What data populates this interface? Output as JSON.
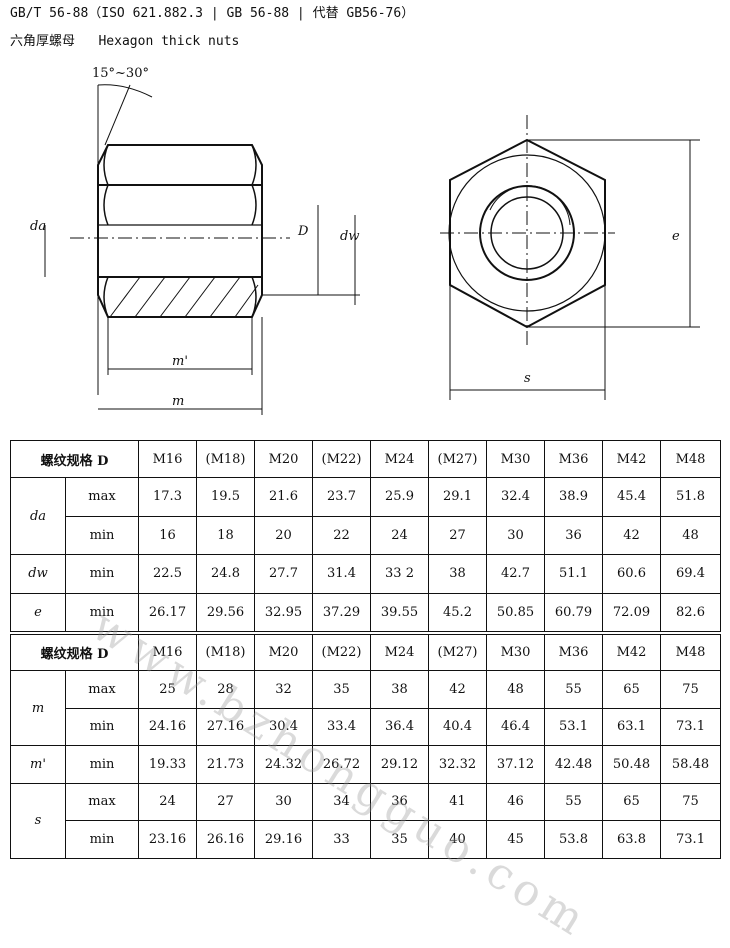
{
  "header": {
    "line1": "GB/T 56-88（ISO 621.882.3 | GB 56-88 | 代替 GB56-76）",
    "line2": "六角厚螺母   Hexagon thick nuts"
  },
  "drawing": {
    "angle_label": "15°~30°",
    "dims": {
      "da": "da",
      "D": "D",
      "dw": "dw",
      "m_prime": "m'",
      "m": "m",
      "s": "s",
      "e": "e"
    }
  },
  "table1": {
    "header_label": "螺纹规格 D",
    "sizes": [
      "M16",
      "(M18)",
      "M20",
      "(M22)",
      "M24",
      "(M27)",
      "M30",
      "M36",
      "M42",
      "M48"
    ],
    "rows": [
      {
        "sym": "da",
        "sub": "max",
        "values": [
          "17.3",
          "19.5",
          "21.6",
          "23.7",
          "25.9",
          "29.1",
          "32.4",
          "38.9",
          "45.4",
          "51.8"
        ]
      },
      {
        "sym": "",
        "sub": "min",
        "values": [
          "16",
          "18",
          "20",
          "22",
          "24",
          "27",
          "30",
          "36",
          "42",
          "48"
        ]
      },
      {
        "sym": "dw",
        "sub": "min",
        "values": [
          "22.5",
          "24.8",
          "27.7",
          "31.4",
          "33 2",
          "38",
          "42.7",
          "51.1",
          "60.6",
          "69.4"
        ]
      },
      {
        "sym": "e",
        "sub": "min",
        "values": [
          "26.17",
          "29.56",
          "32.95",
          "37.29",
          "39.55",
          "45.2",
          "50.85",
          "60.79",
          "72.09",
          "82.6"
        ]
      }
    ]
  },
  "table2": {
    "header_label": "螺纹规格 D",
    "sizes": [
      "M16",
      "(M18)",
      "M20",
      "(M22)",
      "M24",
      "(M27)",
      "M30",
      "M36",
      "M42",
      "M48"
    ],
    "rows": [
      {
        "sym": "m",
        "sub": "max",
        "values": [
          "25",
          "28",
          "32",
          "35",
          "38",
          "42",
          "48",
          "55",
          "65",
          "75"
        ]
      },
      {
        "sym": "",
        "sub": "min",
        "values": [
          "24.16",
          "27.16",
          "30.4",
          "33.4",
          "36.4",
          "40.4",
          "46.4",
          "53.1",
          "63.1",
          "73.1"
        ]
      },
      {
        "sym": "m'",
        "sub": "min",
        "values": [
          "19.33",
          "21.73",
          "24.32",
          "26.72",
          "29.12",
          "32.32",
          "37.12",
          "42.48",
          "50.48",
          "58.48"
        ]
      },
      {
        "sym": "s",
        "sub": "max",
        "values": [
          "24",
          "27",
          "30",
          "34",
          "36",
          "41",
          "46",
          "55",
          "65",
          "75"
        ]
      },
      {
        "sym": "",
        "sub": "min",
        "values": [
          "23.16",
          "26.16",
          "29.16",
          "33",
          "35",
          "40",
          "45",
          "53.8",
          "63.8",
          "73.1"
        ]
      }
    ]
  },
  "watermark": "www.bzhongguo.com"
}
